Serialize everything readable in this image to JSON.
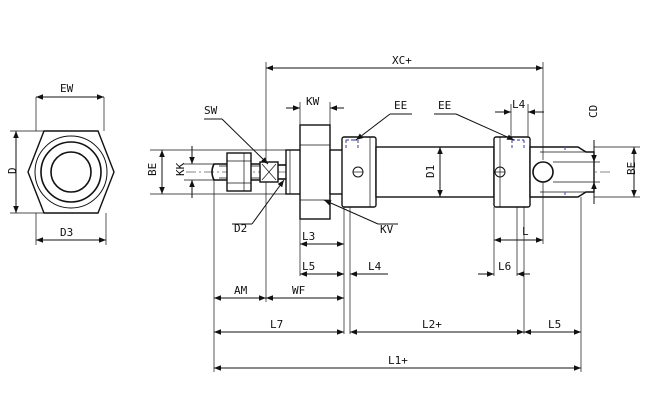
{
  "labels": {
    "EW": "EW",
    "D": "D",
    "D3": "D3",
    "SW": "SW",
    "KW": "KW",
    "EE_left": "EE",
    "EE_right": "EE",
    "L4_top": "L4",
    "CD": "CD",
    "XC": "XC+",
    "BE_left": "BE",
    "KK": "KK",
    "D1": "D1",
    "BE_right": "BE",
    "D2": "D2",
    "KV": "KV",
    "L3": "L3",
    "L": "L",
    "L5_mid": "L5",
    "L4_mid": "L4",
    "L6": "L6",
    "AM": "AM",
    "WF": "WF",
    "L7": "L7",
    "L2": "L2+",
    "L5_right": "L5",
    "L1": "L1+"
  }
}
